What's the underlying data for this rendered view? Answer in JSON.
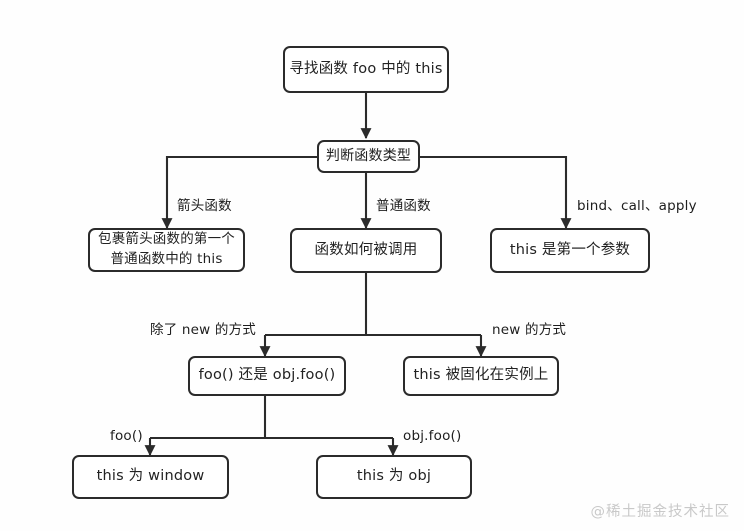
{
  "diagram": {
    "title": "寻找函数 foo 中的 this",
    "type": "flowchart",
    "background_color": "#fefefe",
    "line_color": "#2b2b2b",
    "text_color": "#222222",
    "nodes": [
      {
        "id": "start",
        "label": "寻找函数 foo 中的 this"
      },
      {
        "id": "fn-type",
        "label": "判断函数类型"
      },
      {
        "id": "arrow-fn",
        "label": "包裹箭头函数的第一个\n普通函数中的 this"
      },
      {
        "id": "how-called",
        "label": "函数如何被调用"
      },
      {
        "id": "first-arg",
        "label": "this 是第一个参数"
      },
      {
        "id": "foo-or-obj",
        "label": "foo() 还是 obj.foo()"
      },
      {
        "id": "fixed-inst",
        "label": "this 被固化在实例上"
      },
      {
        "id": "this-window",
        "label": "this 为 window"
      },
      {
        "id": "this-obj",
        "label": "this 为 obj"
      }
    ],
    "edges": [
      {
        "from": "start",
        "to": "fn-type",
        "label": ""
      },
      {
        "from": "fn-type",
        "to": "arrow-fn",
        "label": "箭头函数"
      },
      {
        "from": "fn-type",
        "to": "how-called",
        "label": "普通函数"
      },
      {
        "from": "fn-type",
        "to": "first-arg",
        "label": "bind、call、apply"
      },
      {
        "from": "how-called",
        "to": "foo-or-obj",
        "label": "除了 new 的方式"
      },
      {
        "from": "how-called",
        "to": "fixed-inst",
        "label": "new 的方式"
      },
      {
        "from": "foo-or-obj",
        "to": "this-window",
        "label": "foo()"
      },
      {
        "from": "foo-or-obj",
        "to": "this-obj",
        "label": "obj.foo()"
      }
    ]
  },
  "watermark": {
    "text": "@稀土掘金技术社区"
  }
}
